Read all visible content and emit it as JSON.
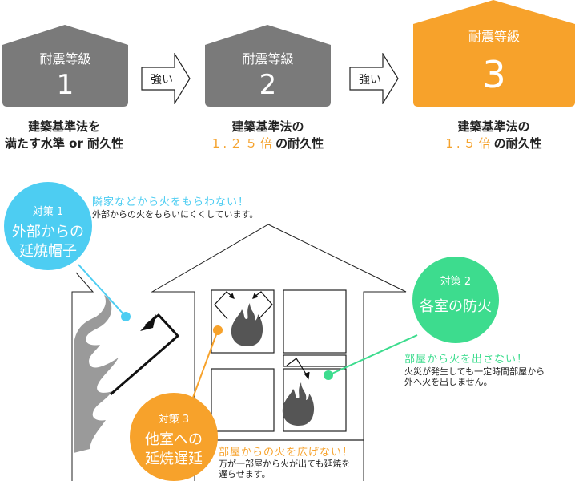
{
  "grades": [
    {
      "label": "耐震等級",
      "number": "1",
      "color": "#7a7a7a",
      "desc_line1": "建築基準法を",
      "desc_line2_pre": "",
      "desc_line2_highlight": "",
      "desc_line2_post": "満たす水準 or 耐久性"
    },
    {
      "label": "耐震等級",
      "number": "2",
      "color": "#7a7a7a",
      "desc_line1": "建築基準法の",
      "desc_line2_pre": "",
      "desc_line2_highlight": "1.２５倍",
      "desc_line2_post": "の耐久性"
    },
    {
      "label": "耐震等級",
      "number": "3",
      "color": "#f7a22b",
      "desc_line1": "建築基準法の",
      "desc_line2_pre": "",
      "desc_line2_highlight": "1.５倍",
      "desc_line2_post": "の耐久性"
    }
  ],
  "arrows": [
    {
      "label": "強い"
    },
    {
      "label": "強い"
    }
  ],
  "measures": [
    {
      "tag": "対策 1",
      "title_line1": "外部からの",
      "title_line2": "延焼帽子",
      "color": "#4dcdf2",
      "heading": "隣家などから火をもらわない！",
      "text_lines": [
        "外部からの火をもらいにくくしています。"
      ]
    },
    {
      "tag": "対策 2",
      "title_line1": "各室の防火",
      "title_line2": "",
      "color": "#3ddc8e",
      "heading": "部屋から火を出さない！",
      "text_lines": [
        "火災が発生しても一定時間部屋から",
        "外へ火を出しません。"
      ]
    },
    {
      "tag": "対策 3",
      "title_line1": "他室への",
      "title_line2": "延焼遅延",
      "color": "#f7a22b",
      "heading": "部屋からの火を広げない！",
      "text_lines": [
        "万が一部屋から火が出ても延焼を",
        "遅らせます。"
      ]
    }
  ],
  "colors": {
    "gray_house": "#7a7a7a",
    "orange": "#f7a22b",
    "blue": "#4dcdf2",
    "green": "#3ddc8e",
    "flame_dark": "#555555",
    "flame_gray": "#9a9a9a"
  },
  "icons": [
    "house-shape-icon",
    "right-arrow-icon",
    "flame-icon",
    "wind-arrow-icon"
  ]
}
